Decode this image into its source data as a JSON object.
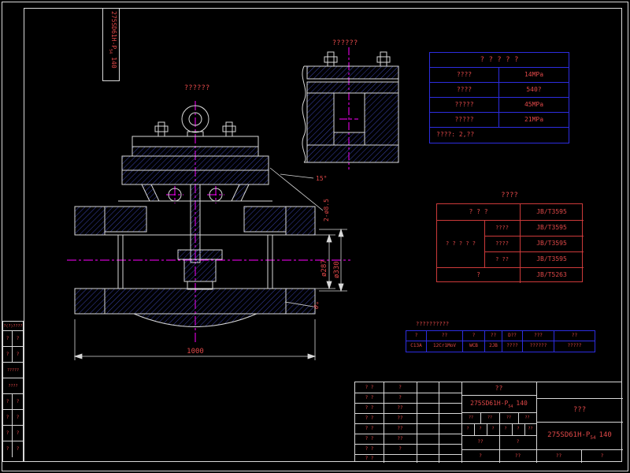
{
  "corner_label": {
    "prefix": "275SD61H-P",
    "sub": "54",
    "suffix": "140"
  },
  "main_view": {
    "title": "??????",
    "dim_length": "1000",
    "dim_bore": "ø287",
    "dim_outer": "ø330",
    "dim_angle": "15°",
    "dim_holes": "2-ø8.5",
    "dim_small_angle": "8°"
  },
  "detail_view": {
    "title": "??????"
  },
  "spec_table": {
    "header": "? ? ? ? ?",
    "rows": [
      {
        "label": "????",
        "value": "14MPa"
      },
      {
        "label": "????",
        "value": "540?"
      },
      {
        "label": "?????",
        "value": "45MPa"
      },
      {
        "label": "?????",
        "value": "21MPa"
      }
    ],
    "footer": "????:  2,??"
  },
  "std_table": {
    "title": "????",
    "r1_label": "? ? ?",
    "r1_std": "JB/T3595",
    "left_span": "? ? ? ? ?",
    "m1": "????",
    "r2_std": "JB/T3595",
    "m2": "????",
    "r3_std": "JB/T3595",
    "m3": "? ??",
    "r4_std": "JB/T3595",
    "r5_label": "?",
    "r5_std": "JB/T5263"
  },
  "material_table": {
    "title": "??????????",
    "headers": [
      "?",
      "??",
      "?",
      "??",
      "D??",
      "???",
      "??"
    ],
    "values": [
      "C13A",
      "12Cr1MoV",
      "WCB",
      "2JB",
      "????",
      "??????",
      "?????"
    ]
  },
  "margin_table": {
    "header": "?(?)????",
    "rows": [
      [
        "?",
        "?"
      ],
      [
        "?",
        "?"
      ],
      [
        "?????",
        ""
      ],
      [
        "????",
        ""
      ],
      [
        "?",
        "?"
      ],
      [
        "?",
        "?"
      ],
      [
        "?",
        "?"
      ],
      [
        "?",
        "?"
      ]
    ]
  },
  "title_block": {
    "a_rows": [
      [
        "? ?",
        "?"
      ],
      [
        "? ?",
        "?"
      ],
      [
        "? ?",
        "??"
      ],
      [
        "? ?",
        "??"
      ],
      [
        "? ?",
        "??"
      ],
      [
        "? ?",
        "??"
      ],
      [
        "? ?",
        "?"
      ],
      [
        "? ?",
        ""
      ]
    ],
    "name": "??",
    "drawing_no": {
      "prefix": "275SD61H-P",
      "sub": "54",
      "suffix": "140"
    },
    "b3": [
      "??",
      "??",
      "??",
      "??"
    ],
    "b4": [
      "?",
      "?",
      "?",
      "?",
      "?",
      "??"
    ],
    "b5": [
      [
        "??",
        "?"
      ],
      [
        "?",
        "??"
      ]
    ],
    "material": "???",
    "big_no": {
      "prefix": "275SD61H-P",
      "sub": "54",
      "suffix": "140"
    },
    "c_bottom": [
      "??",
      "?"
    ]
  }
}
